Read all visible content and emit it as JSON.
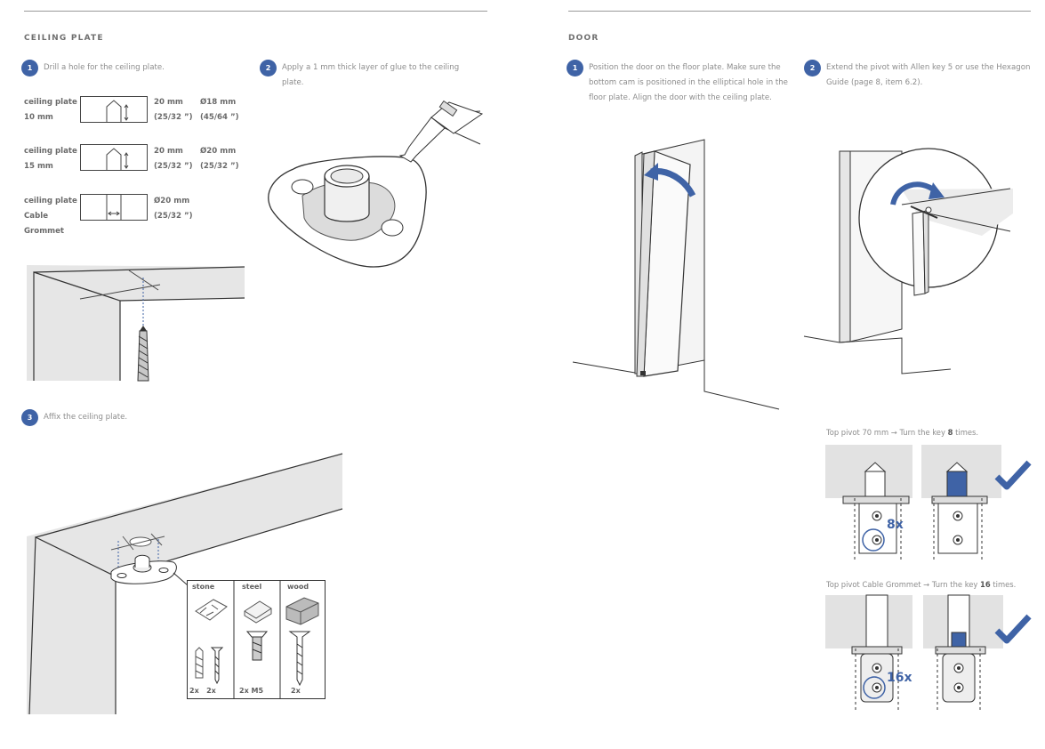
{
  "left": {
    "section_title": "CEILING PLATE",
    "step1": {
      "num": "1",
      "text": "Drill a hole for the ceiling plate."
    },
    "step2": {
      "num": "2",
      "text": "Apply a 1 mm thick layer of glue to the ceiling plate."
    },
    "step3": {
      "num": "3",
      "text": "Affix the ceiling plate."
    },
    "specs": [
      {
        "label_lines": [
          "ceiling plate",
          "10 mm"
        ],
        "depth": [
          "20 mm",
          "(25/32 ”)"
        ],
        "diameter": [
          "Ø18 mm",
          "(45/64 ”)"
        ]
      },
      {
        "label_lines": [
          "ceiling plate",
          "15 mm"
        ],
        "depth": [
          "20 mm",
          "(25/32 ”)"
        ],
        "diameter": [
          "Ø20 mm",
          "(25/32 ”)"
        ]
      },
      {
        "label_lines": [
          "ceiling plate",
          "Cable",
          "Grommet"
        ],
        "depth": [
          "Ø20 mm",
          "(25/32 ”)"
        ],
        "diameter": [
          "",
          ""
        ]
      }
    ],
    "fastener_table": {
      "headers": [
        "stone",
        "steel",
        "wood"
      ],
      "counts": [
        "2x   2x",
        "2x M5",
        "2x"
      ]
    }
  },
  "right": {
    "section_title": "DOOR",
    "step1": {
      "num": "1",
      "text": "Position the door on the floor plate. Make sure the bottom cam is positioned in the elliptical hole in the floor plate. Align the door with the ceiling plate."
    },
    "step2": {
      "num": "2",
      "text": "Extend the pivot with Allen key 5 or use the Hexagon Guide (page 8, item 6.2)."
    },
    "pivot70": {
      "prefix": "Top pivot 70 mm → Turn the key ",
      "count": "8",
      "suffix": " times.",
      "badge": "8x"
    },
    "pivotCable": {
      "prefix": "Top pivot Cable Grommet → Turn the key ",
      "count": "16",
      "suffix": " times.",
      "badge": "16x"
    }
  },
  "colors": {
    "accent": "#3f63a6",
    "wall": "#e6e6e6",
    "line": "#3a3a3a"
  }
}
